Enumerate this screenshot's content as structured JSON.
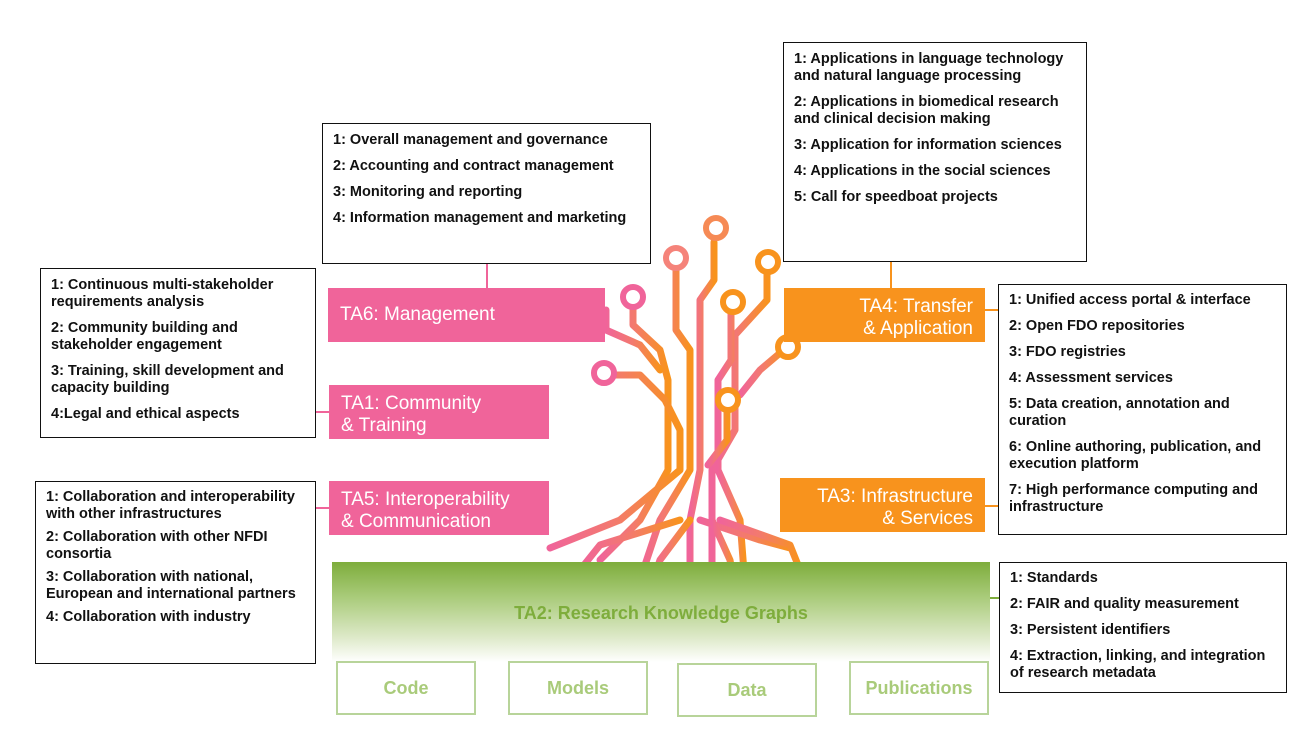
{
  "ta6": {
    "label": "TA6: Management",
    "items": [
      "1: Overall management and governance",
      "2: Accounting and contract management",
      "3: Monitoring and reporting",
      "4: Information management and marketing"
    ]
  },
  "ta1": {
    "label_line1": "TA1: Community",
    "label_line2": "& Training",
    "items": [
      "1: Continuous multi-stakeholder requirements analysis",
      "2: Community building and stakeholder engagement",
      "3: Training, skill development and capacity building",
      "4:Legal and ethical aspects"
    ]
  },
  "ta5": {
    "label_line1": "TA5: Interoperability",
    "label_line2": "& Communication",
    "items": [
      "1: Collaboration and interoperability with other infrastructures",
      "2: Collaboration with other NFDI consortia",
      "3: Collaboration with national, European and international partners",
      "4: Collaboration with industry"
    ]
  },
  "ta4": {
    "label_line1": "TA4: Transfer",
    "label_line2": "& Application",
    "items": [
      "1: Applications in language technology and natural language processing",
      "2: Applications in biomedical research and clinical decision making",
      "3: Application for information sciences",
      "4: Applications in the social sciences",
      "5: Call for speedboat projects"
    ]
  },
  "ta3": {
    "label_line1": "TA3: Infrastructure",
    "label_line2": "& Services",
    "items": [
      "1: Unified access portal & interface",
      "2: Open FDO repositories",
      "3: FDO registries",
      "4: Assessment services",
      "5: Data creation, annotation and curation",
      "6: Online authoring, publication, and execution platform",
      "7: High performance computing and infrastructure"
    ]
  },
  "ta2": {
    "label": "TA2: Research Knowledge Graphs",
    "items": [
      "1: Standards",
      "2: FAIR and quality measurement",
      "3: Persistent identifiers",
      "4: Extraction, linking, and integration of research metadata"
    ]
  },
  "outputs": [
    "Code",
    "Models",
    "Data",
    "Publications"
  ],
  "colors": {
    "pink": "#f0649a",
    "orange": "#f8931d",
    "green": "#7ead3c",
    "light_green": "#b8d49a"
  }
}
